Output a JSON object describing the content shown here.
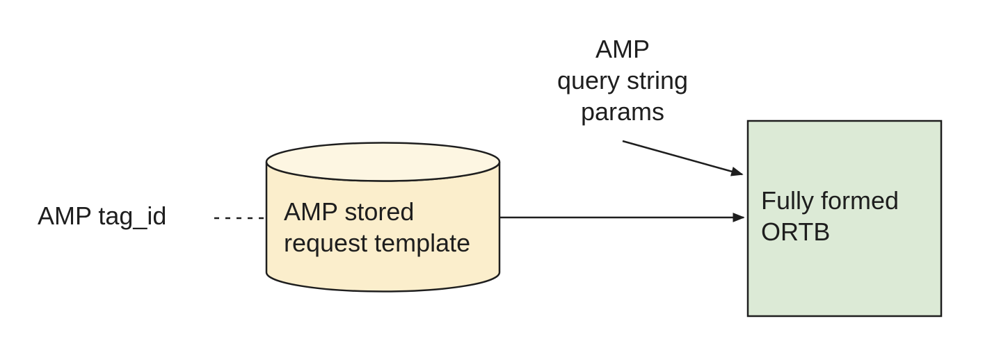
{
  "diagram": {
    "description": "Flow diagram: AMP tag_id feeds an AMP stored request template (database cylinder), which together with AMP query string params produces a fully formed ORTB (green box).",
    "colors": {
      "background": "#ffffff",
      "stroke": "#1e1e1e",
      "text": "#1e1e1e",
      "cylinder_body_fill": "#FBEECC",
      "cylinder_top_fill": "#FDF6E2",
      "ortb_box_fill": "#DCEAD6"
    },
    "labels": {
      "tag_id": "AMP tag_id",
      "cylinder": {
        "line1": "AMP stored",
        "line2": "request template"
      },
      "query_params": {
        "line1": "AMP",
        "line2": "query string",
        "line3": "params"
      },
      "ortb_box": {
        "line1": "Fully formed",
        "line2": "ORTB"
      }
    },
    "nodes": [
      {
        "id": "tag-id-label",
        "type": "text",
        "text": "AMP tag_id"
      },
      {
        "id": "stored-request-cylinder",
        "type": "cylinder",
        "text": "AMP stored request template"
      },
      {
        "id": "query-params-label",
        "type": "text",
        "text": "AMP query string params"
      },
      {
        "id": "ortb-box",
        "type": "rectangle",
        "text": "Fully formed ORTB"
      }
    ],
    "edges": [
      {
        "id": "tagid-to-cylinder",
        "from": "AMP tag_id",
        "to": "AMP stored request template",
        "style": "dashed",
        "arrowhead": false
      },
      {
        "id": "cylinder-to-ortb",
        "from": "AMP stored request template",
        "to": "Fully formed ORTB",
        "style": "solid",
        "arrowhead": true
      },
      {
        "id": "queryparams-to-ortb",
        "from": "AMP query string params",
        "to": "Fully formed ORTB",
        "style": "solid",
        "arrowhead": true
      }
    ]
  }
}
